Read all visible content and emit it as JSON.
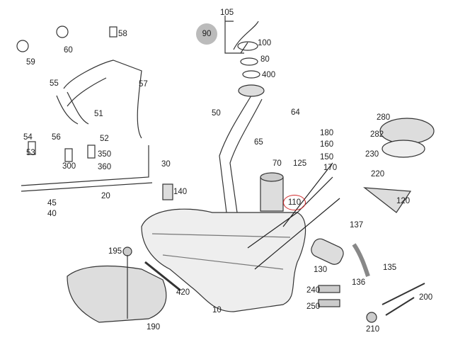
{
  "diagram": {
    "highlight_color": "#d0282a",
    "labels": [
      "105",
      "90",
      "100",
      "80",
      "400",
      "64",
      "58",
      "59",
      "60",
      "55",
      "57",
      "51",
      "50",
      "54",
      "56",
      "52",
      "53",
      "300",
      "350",
      "360",
      "30",
      "20",
      "45",
      "40",
      "65",
      "70",
      "125",
      "180",
      "160",
      "150",
      "170",
      "140",
      "110",
      "280",
      "282",
      "230",
      "220",
      "120",
      "137",
      "195",
      "420",
      "190",
      "10",
      "130",
      "136",
      "135",
      "240",
      "250",
      "200",
      "210"
    ]
  }
}
